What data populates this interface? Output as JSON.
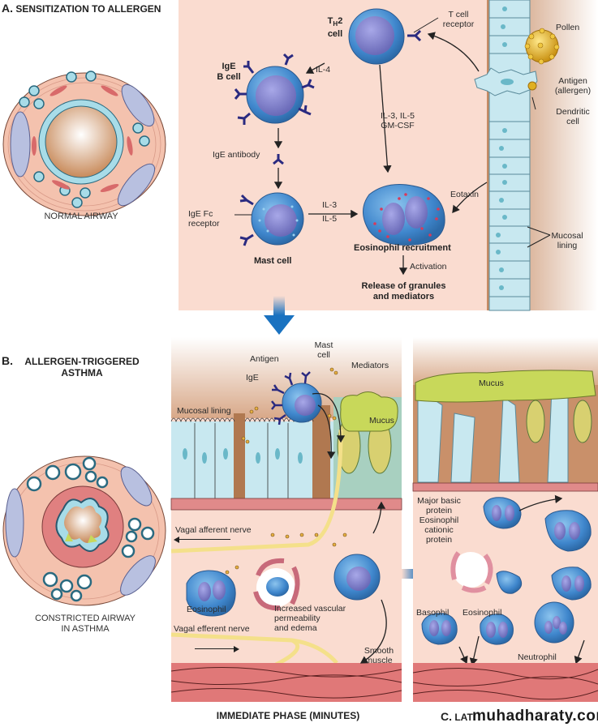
{
  "panel_a": {
    "letter": "A.",
    "title": "SENSITIZATION TO ALLERGEN",
    "airway_caption": "NORMAL AIRWAY",
    "labels": {
      "th2_cell_line1": "T",
      "th2_cell_sub": "H",
      "th2_cell_line1b": "2",
      "th2_cell_line2": "cell",
      "t_cell_receptor_1": "T cell",
      "t_cell_receptor_2": "receptor",
      "pollen": "Pollen",
      "antigen_1": "Antigen",
      "antigen_2": "(allergen)",
      "dendritic_1": "Dendritic",
      "dendritic_2": "cell",
      "ige_b_cell_1": "IgE",
      "ige_b_cell_2": "B cell",
      "il4": "IL-4",
      "il3_il5_1": "IL-3, IL-5",
      "il3_il5_2": "GM-CSF",
      "ige_antibody": "IgE antibody",
      "ige_fc_1": "IgE Fc",
      "ige_fc_2": "receptor",
      "mast_cell": "Mast cell",
      "il3": "IL-3",
      "il5": "IL-5",
      "eotaxin": "Eotaxin",
      "eosinophil_recruitment": "Eosinophil recruitment",
      "activation": "Activation",
      "release_1": "Release of granules",
      "release_2": "and mediators",
      "mucosal_1": "Mucosal",
      "mucosal_2": "lining"
    }
  },
  "panel_b": {
    "letter": "B.",
    "title_1": "ALLERGEN-TRIGGERED",
    "title_2": "ASTHMA",
    "airway_caption_1": "CONSTRICTED AIRWAY",
    "airway_caption_2": "IN ASTHMA",
    "phase_caption": "IMMEDIATE PHASE (MINUTES)",
    "labels": {
      "mast_cell_1": "Mast",
      "mast_cell_2": "cell",
      "antigen": "Antigen",
      "ige": "IgE",
      "mediators": "Mediators",
      "mucosal_lining": "Mucosal lining",
      "mucus": "Mucus",
      "vagal_afferent": "Vagal afferent nerve",
      "eosinophil": "Eosinophil",
      "vascular_1": "Increased vascular",
      "vascular_2": "permeability",
      "vascular_3": "and edema",
      "vagal_efferent": "Vagal efferent nerve",
      "smooth_1": "Smooth",
      "smooth_2": "muscle"
    }
  },
  "panel_c": {
    "letter": "C.",
    "title_visible": "LAT",
    "labels": {
      "mucus": "Mucus",
      "mbp_1": "Major basic",
      "mbp_2": "protein",
      "ecp_1": "Eosinophil",
      "ecp_2": "cationic",
      "ecp_3": "protein",
      "basophil": "Basophil",
      "eosinophil": "Eosinophil",
      "neutrophil": "Neutrophil"
    }
  },
  "watermark": "muhadharaty.com",
  "colors": {
    "panel_pink": "#fadcd0",
    "cell_blue": "#4a8fd0",
    "nucleus_purple": "#7a7ac8",
    "epithelium_blue": "#c8e8f0",
    "tissue_brown": "#c9906a",
    "mucus_green": "#c8d85a",
    "muscle_red": "#d96a6a",
    "arrow_blue": "#1a72c0",
    "antibody_navy": "#2a2a80",
    "pollen_gold": "#e0b020"
  }
}
